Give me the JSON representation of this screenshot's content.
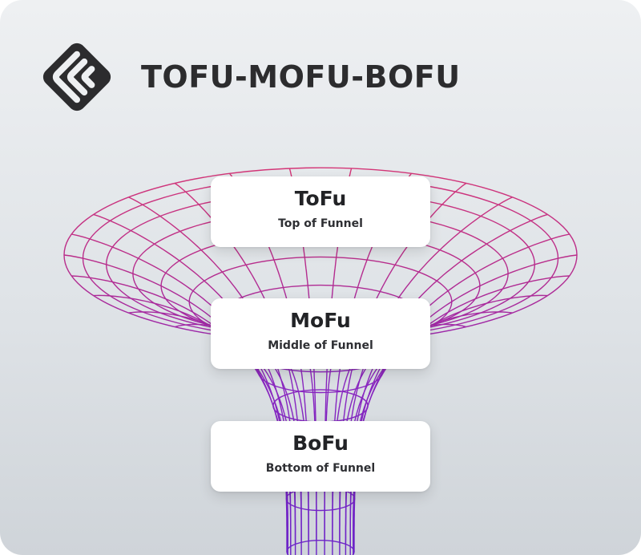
{
  "header": {
    "title": "TOFU-MOFU-BOFU",
    "logo_icon": "diamond-logo-icon"
  },
  "stages": [
    {
      "abbr": "ToFu",
      "label": "Top of Funnel"
    },
    {
      "abbr": "MoFu",
      "label": "Middle of Funnel"
    },
    {
      "abbr": "BoFu",
      "label": "Bottom of Funnel"
    }
  ],
  "colors": {
    "funnel_top": "#e03a6e",
    "funnel_mid": "#a12cc0",
    "funnel_bottom": "#6a22c8",
    "logo": "#2c2c2e"
  }
}
